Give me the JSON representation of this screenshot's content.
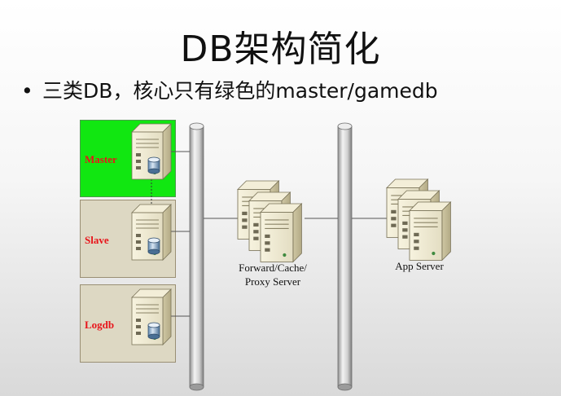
{
  "title": "DB架构简化",
  "bullet": {
    "marker": "•",
    "text": "三类DB，核心只有绿色的master/gamedb"
  },
  "databases": [
    {
      "label": "Master",
      "color": "#11e711"
    },
    {
      "label": "Slave",
      "color": "#ddd8c3"
    },
    {
      "label": "Logdb",
      "color": "#ddd8c3"
    }
  ],
  "proxy_caption_line1": "Forward/Cache/",
  "proxy_caption_line2": "Proxy Server",
  "app_caption": "App Server",
  "colors": {
    "label_red": "#e8141a",
    "server_body": "#ebe6cd",
    "pipe_gray": "#c9c9c9"
  }
}
